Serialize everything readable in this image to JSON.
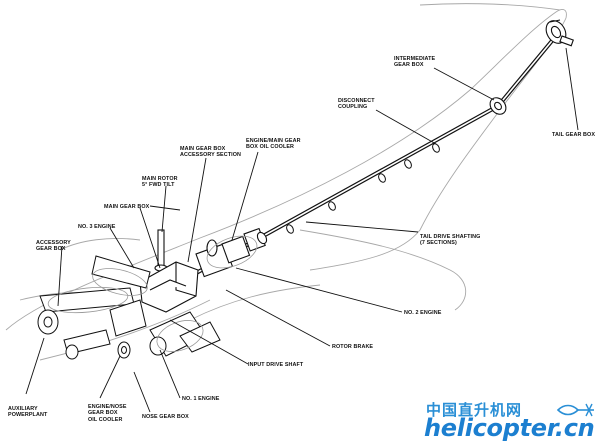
{
  "labels": {
    "intermediate_gear_box": [
      "INTERMEDIATE",
      "GEAR BOX"
    ],
    "disconnect_coupling": [
      "DISCONNECT",
      "COUPLING"
    ],
    "tail_gear_box": [
      "TAIL GEAR BOX"
    ],
    "engine_main_gear_box_oil_cooler": [
      "ENGINE/MAIN GEAR",
      "BOX OIL COOLER"
    ],
    "main_gear_box_accessory_section": [
      "MAIN GEAR BOX",
      "ACCESSORY SECTION"
    ],
    "main_rotor_tilt": [
      "MAIN ROTOR",
      "5° FWD TILT"
    ],
    "main_gear_box": [
      "MAIN GEAR BOX"
    ],
    "no3_engine": [
      "NO. 3 ENGINE"
    ],
    "accessory_gear_box": [
      "ACCESSORY",
      "GEAR BOX"
    ],
    "tail_drive_shafting": [
      "TAIL DRIVE SHAFTING",
      "(7 SECTIONS)"
    ],
    "no2_engine": [
      "NO. 2 ENGINE"
    ],
    "rotor_brake": [
      "ROTOR BRAKE"
    ],
    "input_drive_shaft": [
      "INPUT DRIVE SHAFT"
    ],
    "no1_engine": [
      "NO. 1 ENGINE"
    ],
    "auxiliary_powerplant": [
      "AUXILIARY",
      "POWERPLANT"
    ],
    "engine_nose_gear_box_oil_cooler": [
      "ENGINE/NOSE",
      "GEAR BOX",
      "OIL COOLER"
    ],
    "nose_gear_box": [
      "NOSE GEAR BOX"
    ]
  },
  "watermark": {
    "chinese": "中国直升机网",
    "english": "helicopter.cn"
  },
  "colors": {
    "ink": "#111111",
    "sketch": "#9a9a9a",
    "watermark": "#1c7fd0"
  }
}
